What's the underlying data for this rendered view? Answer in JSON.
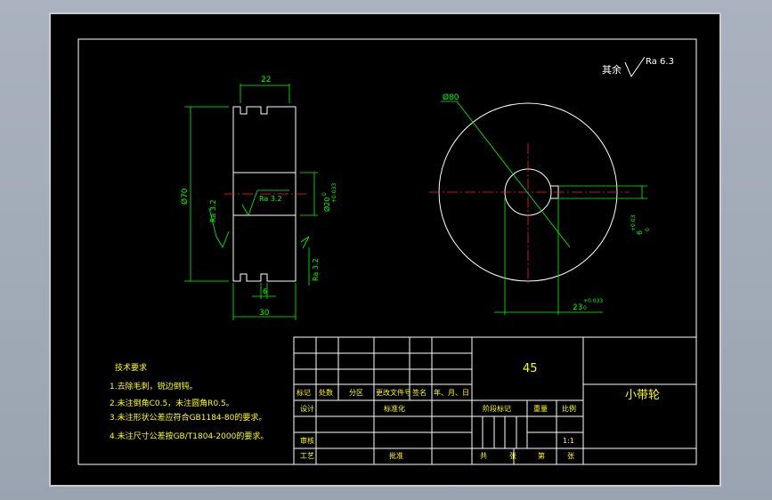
{
  "surface_finish": {
    "label": "其余",
    "value": "Ra 6.3"
  },
  "section_view": {
    "dim_top": "22",
    "dim_dia": "Ø70",
    "dim_bore": "Ø20",
    "bore_tol_upper": "+0.033",
    "bore_tol_lower": "0",
    "dim_groove": "6",
    "dim_width": "30",
    "ra_left": "Ra 3.2",
    "ra_bore": "Ra 3.2",
    "ra_bottom": "Ra 3.2"
  },
  "front_view": {
    "dim_dia": "Ø80",
    "dim_key": "23",
    "key_tol_upper": "+0.033",
    "key_tol_lower": "0",
    "dim_keyway": "6",
    "keyway_tol_upper": "+0.03",
    "keyway_tol_lower": "0"
  },
  "tech_req": {
    "title": "技术要求",
    "items": [
      "1.去除毛刺，锐边倒钝。",
      "2.未注倒角C0.5，未注圆角R0.5。",
      "3.未注形状公差应符合GB1184-80的要求。",
      "4.未注尺寸公差按GB/T1804-2000的要求。"
    ]
  },
  "title_block": {
    "material": "45",
    "part_name": "小带轮",
    "scale": "1:1",
    "header_row": [
      "标记",
      "处数",
      "分区",
      "更改文件号",
      "签名",
      "年、月、日"
    ],
    "design": "设计",
    "standard": "标准化",
    "review": "审核",
    "process": "工艺",
    "approve": "批准",
    "stage_mark": "阶段标记",
    "weight": "重量",
    "ratio": "比例",
    "total": "共",
    "sheet": "张",
    "page": "第",
    "sheet2": "张"
  }
}
